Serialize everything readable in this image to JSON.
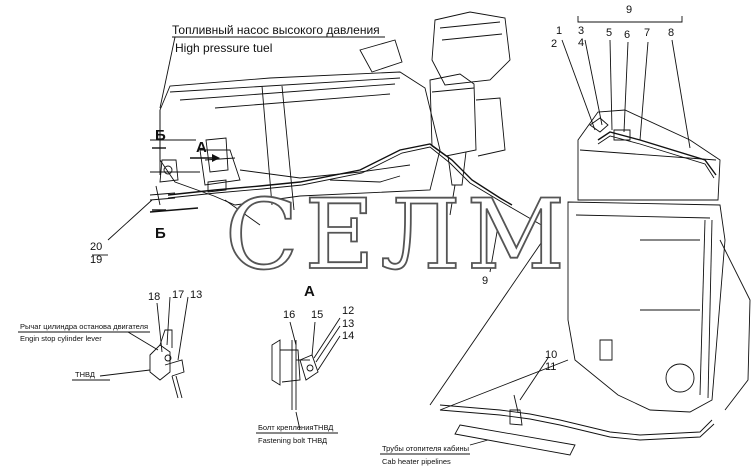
{
  "header": {
    "title_ru": "Топливный насос высокого давления",
    "title_en": "High pressure tuel"
  },
  "watermark": "СЕЛМ",
  "views": {
    "section_b_top": "Б",
    "section_b_bottom": "Б",
    "view_a_arrow": "А",
    "view_a_title": "А"
  },
  "callouts": {
    "n1": "1",
    "n2": "2",
    "n3": "3",
    "n4": "4",
    "n5": "5",
    "n6": "6",
    "n7": "7",
    "n8": "8",
    "n9_top": "9",
    "n9_mid": "9",
    "n10": "10",
    "n11": "11",
    "n12": "12",
    "n13_a": "13",
    "n13_b": "13",
    "n14": "14",
    "n15": "15",
    "n16": "16",
    "n17": "17",
    "n18": "18",
    "n19": "19",
    "n20": "20"
  },
  "labels": {
    "engine_stop_ru": "Рычаг цилиндра останова двигателя",
    "engine_stop_en": "Engin stop cylinder lever",
    "tnvd_left": "ТНВД",
    "fastening_ru": "Болт крепленияТНВД",
    "fastening_en": "Fastening bolt ТНВД",
    "heater_ru": "Трубы отопителя кабины",
    "heater_en": "Cab heater pipelines"
  },
  "colors": {
    "line": "#111111",
    "background": "#ffffff",
    "watermark_stroke": "#555555"
  }
}
